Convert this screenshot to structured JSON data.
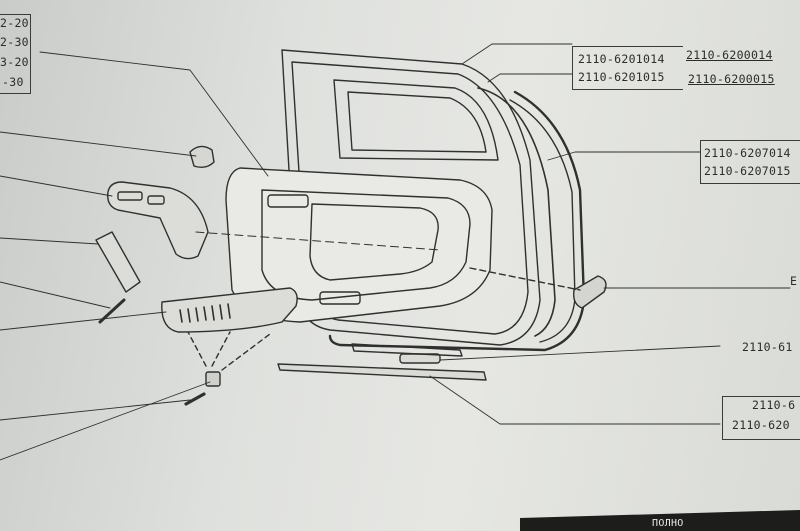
{
  "labels": {
    "left_top_1": "2-20",
    "left_top_2": "2-30",
    "left_top_3": "3-20",
    "left_top_4": "-30",
    "group1_a": "2110-6201014",
    "group1_b": "2110-6201015",
    "group1_c": "2110-6200014",
    "group1_d": "2110-6200015",
    "group2_a": "2110-6207014",
    "group2_b": "2110-6207015",
    "right_e": "E",
    "right_mid": "2110-61",
    "right_low_a": "2110-6",
    "right_low_b": "2110-620",
    "footer_fragment": "ПОЛНО"
  }
}
